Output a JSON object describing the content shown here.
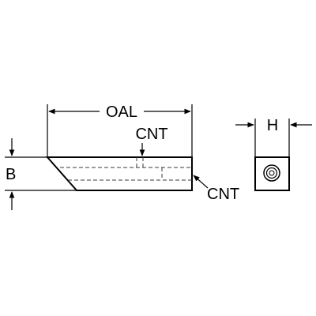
{
  "labels": {
    "overall_length": "OAL",
    "height_top": "H",
    "height_side": "B",
    "coolant_top": "CNT",
    "coolant_end": "CNT"
  },
  "colors": {
    "body_fill": "#a9d4d6",
    "line": "#000000",
    "background": "#ffffff"
  },
  "icons": {
    "dimension_arrow": "arrowhead",
    "end_view_hole": "concentric-circle"
  }
}
